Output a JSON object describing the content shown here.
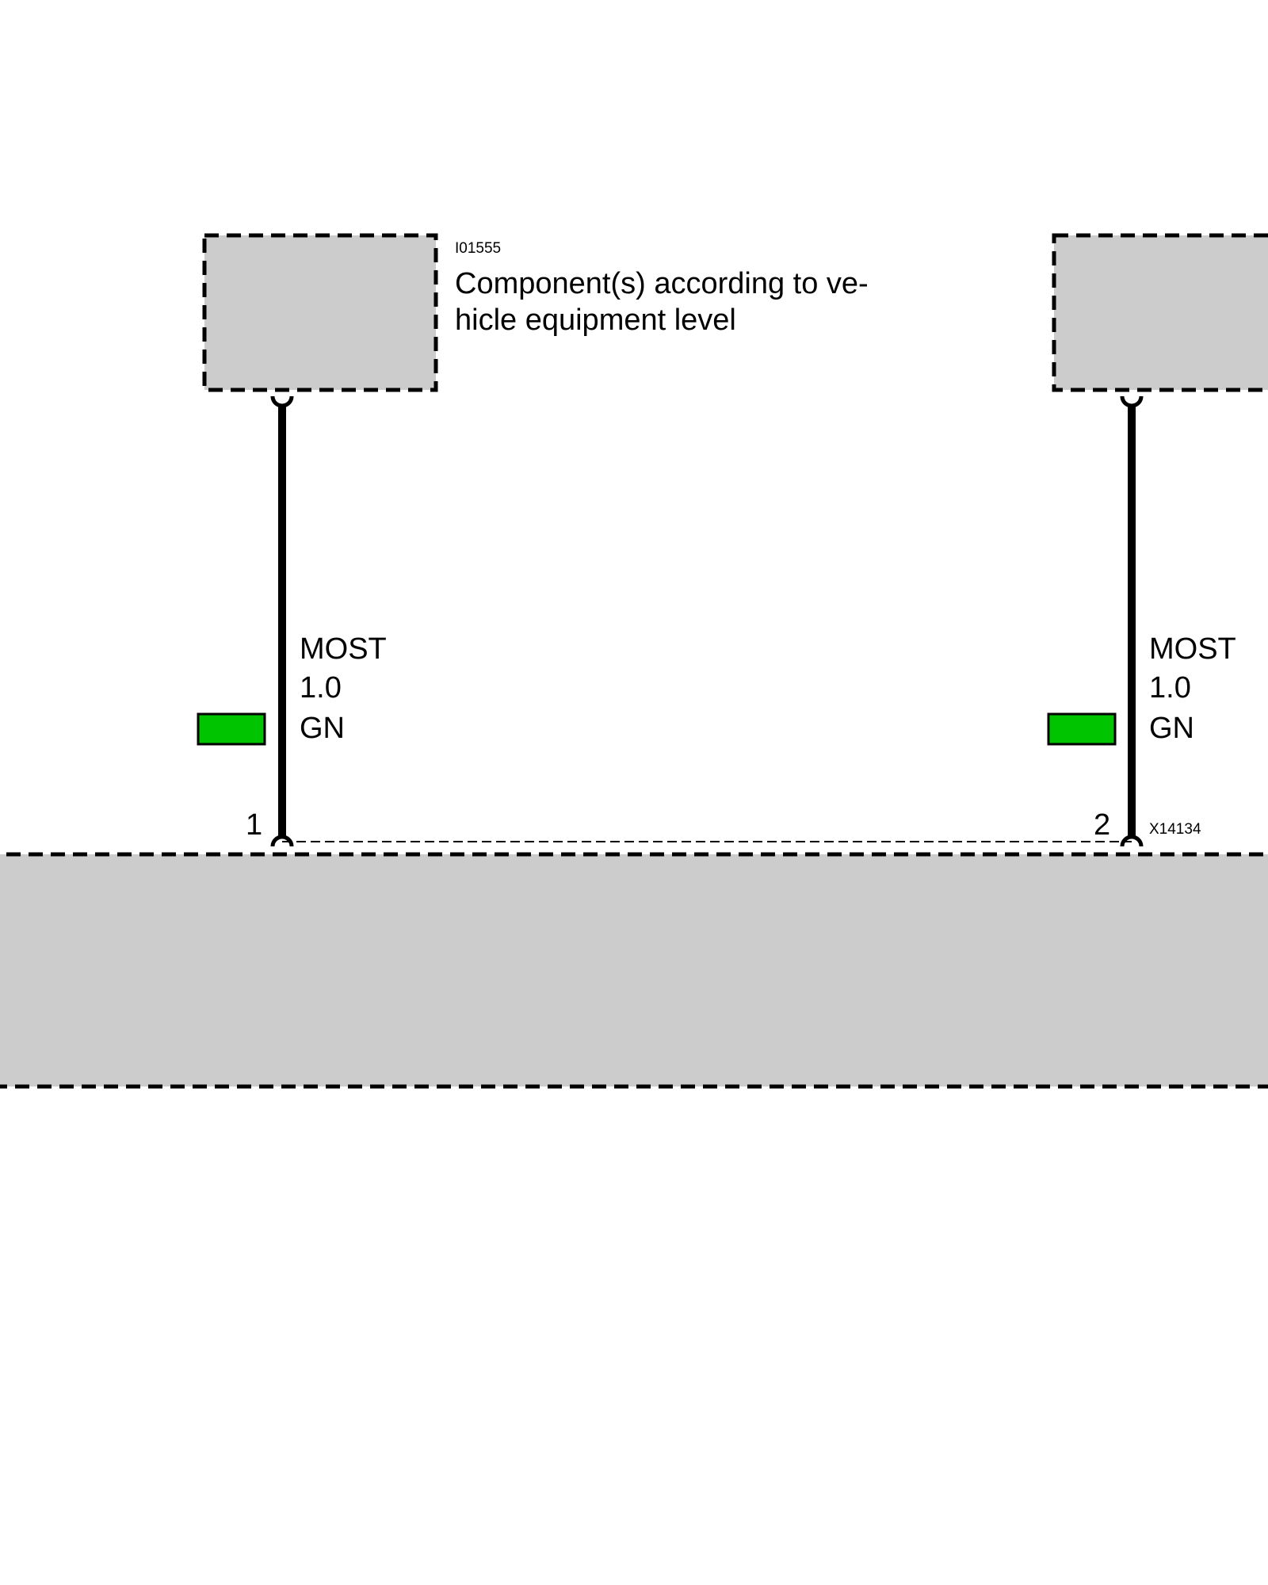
{
  "component_box": {
    "id": "I01555",
    "description_line1": "Component(s) according to ve-",
    "description_line2": "hicle equipment level"
  },
  "wires": [
    {
      "pin": "1",
      "bus": "MOST",
      "size": "1.0",
      "color_code": "GN",
      "color_swatch": "#00c400"
    },
    {
      "pin": "2",
      "bus": "MOST",
      "size": "1.0",
      "color_code": "GN",
      "color_swatch": "#00c400"
    }
  ],
  "connector": {
    "id": "X14134"
  },
  "colors": {
    "box_fill": "#cccccc",
    "line": "#000000"
  }
}
